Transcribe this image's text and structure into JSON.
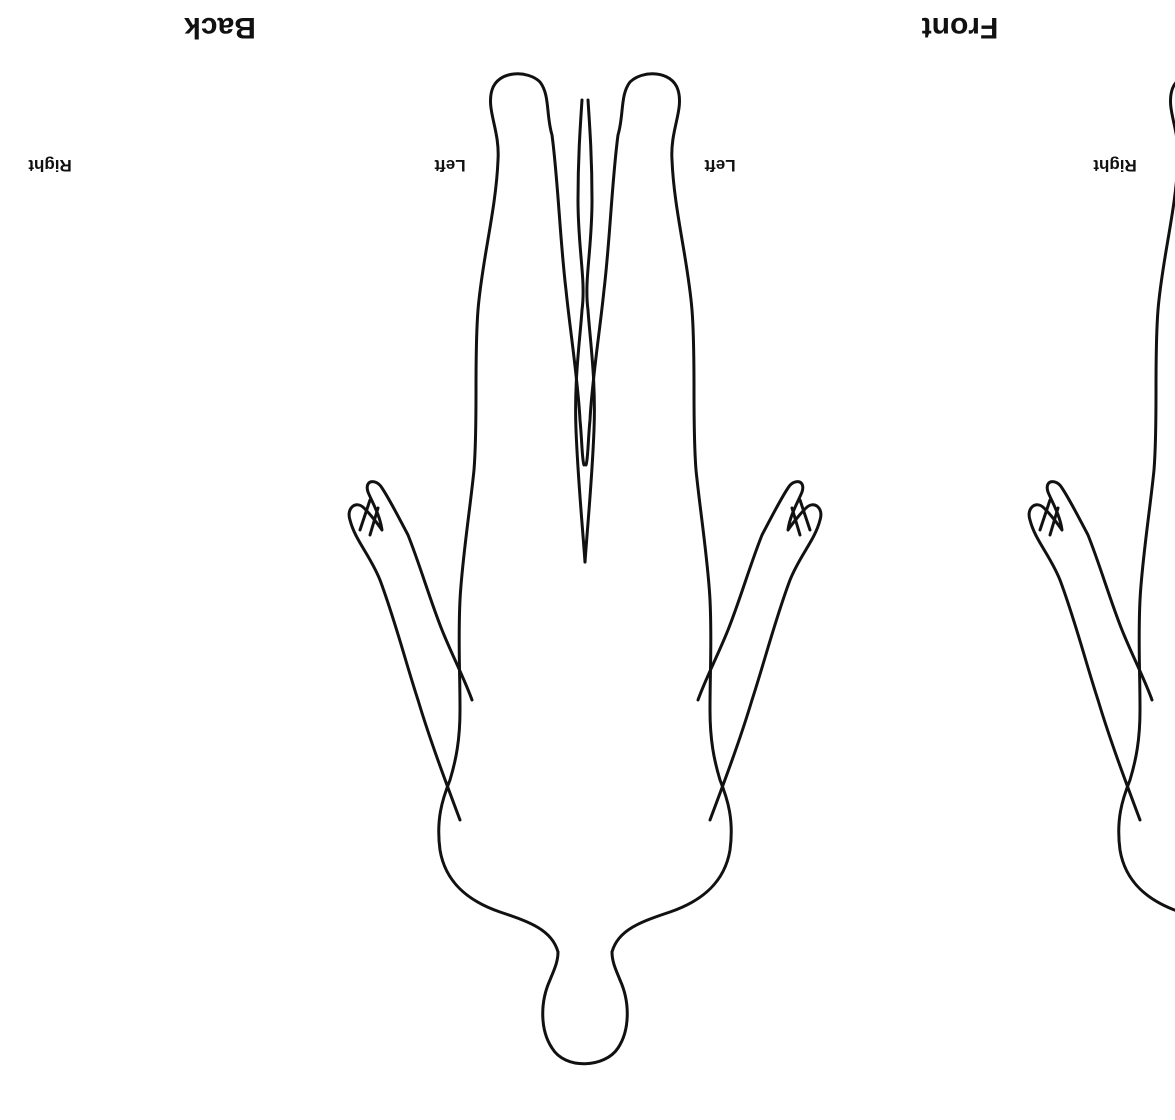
{
  "diagram": {
    "orientation": "upside-down",
    "views": [
      {
        "id": "back",
        "title": "Back",
        "side_a": "Left",
        "side_b": "Right"
      },
      {
        "id": "front",
        "title": "Front",
        "side_a": "Left",
        "side_b": "Right"
      }
    ]
  }
}
